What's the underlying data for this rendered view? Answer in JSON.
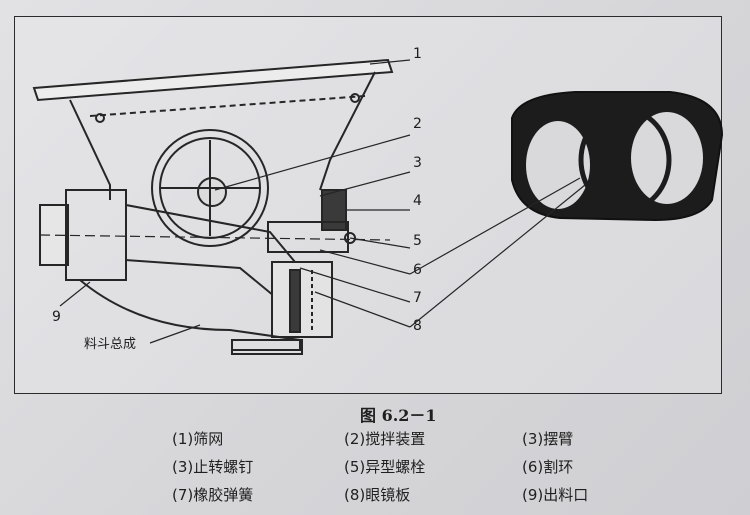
{
  "figure": {
    "callouts": [
      "1",
      "2",
      "3",
      "4",
      "5",
      "6",
      "7",
      "8",
      "9"
    ],
    "inline_label": "料斗总成",
    "caption": "图 6.2－1",
    "legend": [
      {
        "num": "(1)",
        "text": "筛网"
      },
      {
        "num": "(2)",
        "text": "搅拌装置"
      },
      {
        "num": "(3)",
        "text": "摆臂"
      },
      {
        "num": "(3)",
        "text": "止转螺钉"
      },
      {
        "num": "(5)",
        "text": "异型螺栓"
      },
      {
        "num": "(6)",
        "text": "割环"
      },
      {
        "num": "(7)",
        "text": "橡胶弹簧"
      },
      {
        "num": "(8)",
        "text": "眼镜板"
      },
      {
        "num": "(9)",
        "text": "出料口"
      }
    ]
  }
}
